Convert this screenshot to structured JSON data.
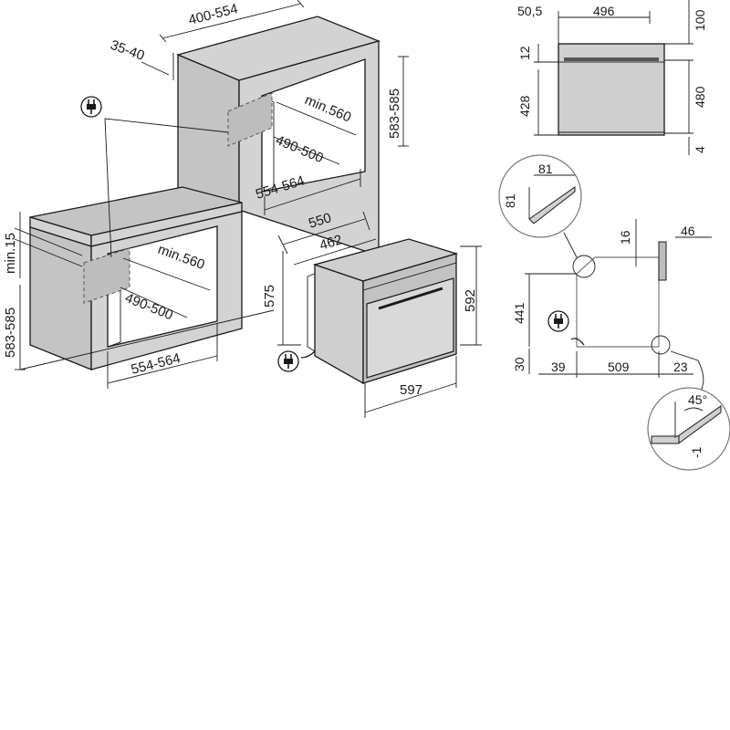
{
  "dimensions": {
    "tall_unit": {
      "top_width": "400-554",
      "back_gap": "35-40",
      "opening_width_min": "min.560",
      "opening_depth": "490-500",
      "opening_height": "583-585",
      "width_range": "554-564"
    },
    "base_unit": {
      "top_gap": "min.15",
      "opening_width_min": "min.560",
      "opening_depth": "490-500",
      "opening_height": "583-585",
      "width_range": "554-564"
    },
    "oven": {
      "depth_total": "550",
      "depth_body": "462",
      "height_body": "575",
      "height_front": "592",
      "width_front": "597"
    },
    "front_view": {
      "top_offset": "50,5",
      "inner_width": "496",
      "top_height": "100",
      "panel_height": "12",
      "cavity_height": "428",
      "body_height": "480",
      "bottom_gap": "4"
    },
    "side_view": {
      "detail_w": "81",
      "detail_h": "81",
      "depth_16": "16",
      "depth_46": "46",
      "height_441": "441",
      "height_30": "30",
      "foot_39": "39",
      "length_509": "509",
      "front_23": "23",
      "angle": "45°",
      "offset": "-1"
    }
  },
  "icons": [
    "power-plug-icon"
  ]
}
